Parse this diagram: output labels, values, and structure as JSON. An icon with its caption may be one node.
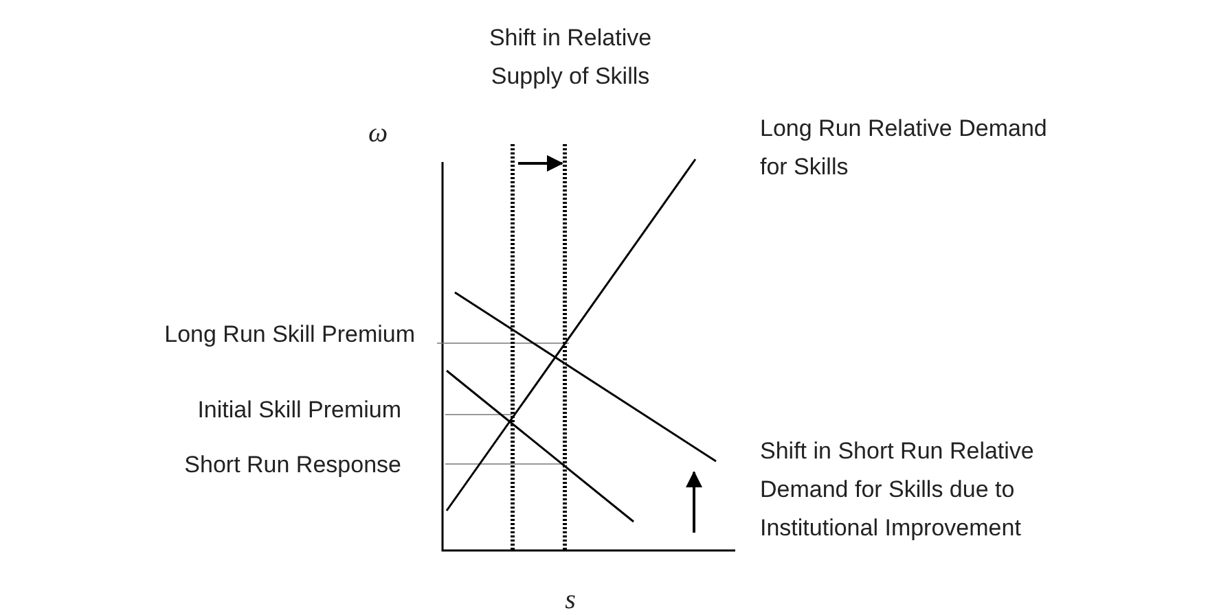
{
  "diagram": {
    "labels": [
      "Shift in Relative Supply of Skills",
      "ω",
      "Long Run Relative Demand for Skills",
      "Long Run Skill Premium",
      "Initial Skill Premium",
      "Shift in Short Run Relative Demand for Skills due to Institutional Improvement",
      "Short Run Response",
      "s"
    ]
  }
}
